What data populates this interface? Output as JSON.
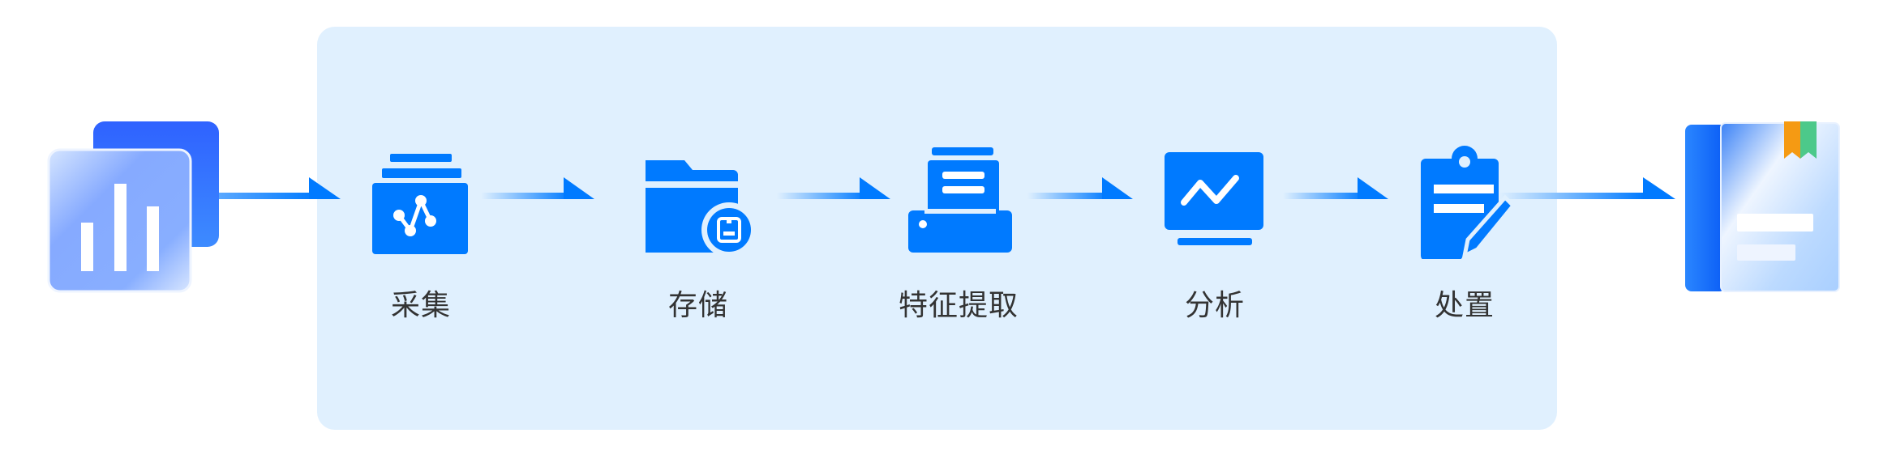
{
  "colors": {
    "primary": "#007aff",
    "panel": "#e0f0fe",
    "text": "#333333"
  },
  "source": {
    "icon": "bar-chart-cards-icon"
  },
  "steps": [
    {
      "label": "采集",
      "icon": "collect-icon"
    },
    {
      "label": "存储",
      "icon": "storage-folder-icon"
    },
    {
      "label": "特征提取",
      "icon": "feature-extraction-printer-icon"
    },
    {
      "label": "分析",
      "icon": "analysis-monitor-icon"
    },
    {
      "label": "处置",
      "icon": "disposal-clipboard-icon"
    }
  ],
  "target": {
    "icon": "report-book-icon"
  }
}
